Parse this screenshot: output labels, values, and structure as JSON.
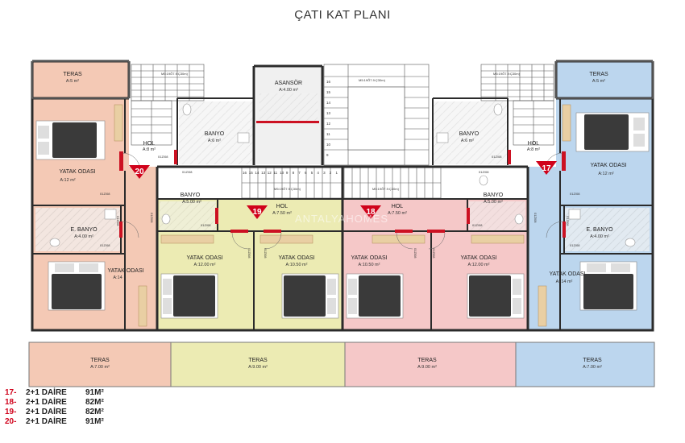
{
  "title": "ÇATI KAT PLANI",
  "watermark": "ANTALYAHOMES",
  "units": [
    {
      "num": "17",
      "color": "#d0021b"
    },
    {
      "num": "18",
      "color": "#d0021b"
    },
    {
      "num": "19",
      "color": "#d0021b"
    },
    {
      "num": "20",
      "color": "#d0021b"
    }
  ],
  "legend": [
    {
      "num": "17-",
      "type": "2+1 DAİRE",
      "size": "91M²"
    },
    {
      "num": "18-",
      "type": "2+1 DAİRE",
      "size": "82M²"
    },
    {
      "num": "19-",
      "type": "2+1 DAİRE",
      "size": "82M²"
    },
    {
      "num": "20-",
      "type": "2+1 DAİRE",
      "size": "91M²"
    }
  ],
  "colors": {
    "unit20": "#f4c9b5",
    "unit17": "#bcd6ee",
    "unit19": "#ecebb3",
    "unit18": "#f5c8c8",
    "wall": "#2b2b2b",
    "door": "#cc1122"
  },
  "rooms": [
    {
      "id": "teras-20-top",
      "name": "TERAS",
      "area": "A:5 m²"
    },
    {
      "id": "yatak-20-a",
      "name": "YATAK ODASI",
      "area": "A:12 m²"
    },
    {
      "id": "hol-20",
      "name": "HOL",
      "area": "A:8 m²"
    },
    {
      "id": "banyo-20",
      "name": "BANYO",
      "area": "A:6 m²"
    },
    {
      "id": "ebanyo-20",
      "name": "E. BANYO",
      "area": "A:4.00 m²"
    },
    {
      "id": "yatak-20-b",
      "name": "YATAK ODASI",
      "area": "A:14"
    },
    {
      "id": "asansor",
      "name": "ASANSÖR",
      "area": "A:4.00 m²"
    },
    {
      "id": "teras-17-top",
      "name": "TERAS",
      "area": "A:5 m²"
    },
    {
      "id": "banyo-17",
      "name": "BANYO",
      "area": "A:6 m²"
    },
    {
      "id": "hol-17",
      "name": "HOL",
      "area": "A:8 m²"
    },
    {
      "id": "yatak-17-a",
      "name": "YATAK ODASI",
      "area": "A:12 m²"
    },
    {
      "id": "ebanyo-17",
      "name": "E. BANYO",
      "area": "A:4.00 m²"
    },
    {
      "id": "yatak-17-b",
      "name": "YATAK ODASI",
      "area": "A: 14 m²"
    },
    {
      "id": "banyo-19",
      "name": "BANYO",
      "area": "A:5.00 m²"
    },
    {
      "id": "hol-19",
      "name": "HOL",
      "area": "A:7.50 m²"
    },
    {
      "id": "yatak-19-a",
      "name": "YATAK ODASI",
      "area": "A:12.00 m²"
    },
    {
      "id": "yatak-19-b",
      "name": "YATAK ODASI",
      "area": "A:10.50 m²"
    },
    {
      "id": "hol-18",
      "name": "HOL",
      "area": "A:7.50 m²"
    },
    {
      "id": "banyo-18",
      "name": "BANYO",
      "area": "A:5.00 m²"
    },
    {
      "id": "yatak-18-a",
      "name": "YATAK ODASI",
      "area": "A:10.50 m²"
    },
    {
      "id": "yatak-18-b",
      "name": "YATAK ODASI",
      "area": "A:12.00 m²"
    },
    {
      "id": "teras-20-bottom",
      "name": "TERAS",
      "area": "A:7.00 m²"
    },
    {
      "id": "teras-19-bottom",
      "name": "TERAS",
      "area": "A:9.00 m²"
    },
    {
      "id": "teras-18-bottom",
      "name": "TERAS",
      "area": "A:9.00 m²"
    },
    {
      "id": "teras-17-bottom",
      "name": "TERAS",
      "area": "A:7.00 m²"
    }
  ],
  "door_codes": [
    "01Z/08",
    "01Z/08",
    "01Z/08",
    "01Z/08",
    "01Z/08",
    "01Z/08",
    "01Z/08",
    "01Z/08",
    "01Z/08",
    "01Z/08",
    "01Z/08",
    "01Z/08",
    "01Z/08",
    "01Z/08",
    "01Z/08",
    "01Z/08",
    "01Z/08",
    "01Z/08"
  ],
  "stair_notes": [
    "M5:19Õ7.9:Ç30m)",
    "M5:19Õ7.9:Ç30m)",
    "M5:19Õ7.9:Ç30m)",
    "M5:19Õ7.9:Ç30m)",
    "M5:19Õ7.9:Ç30m)"
  ],
  "step_numbers": [
    "16",
    "15",
    "14",
    "13",
    "12",
    "11",
    "10",
    "9",
    "8",
    "7",
    "6",
    "5",
    "4",
    "3",
    "2",
    "1"
  ]
}
